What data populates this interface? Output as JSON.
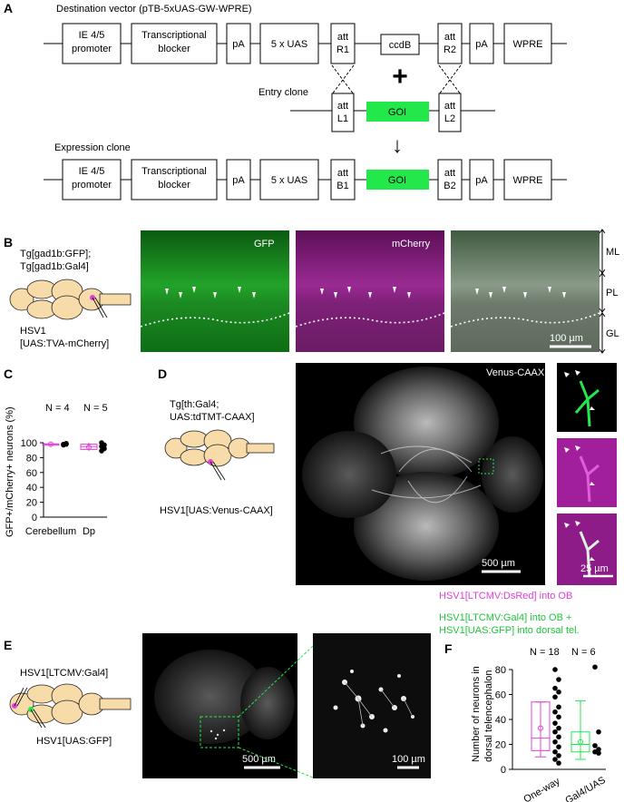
{
  "panelA": {
    "letter": "A",
    "dest_title": "Destination vector (pTB-5xUAS-GW-WPRE)",
    "entry_title": "Entry clone",
    "expr_title": "Expression clone",
    "plus": "+",
    "arrow": "↓",
    "boxes": {
      "ie1": "IE 4/5",
      "ie2": "promoter",
      "tb1": "Transcriptional",
      "tb2": "blocker",
      "pa": "pA",
      "uas": "5 x UAS",
      "att": "att",
      "r1": "R1",
      "r2": "R2",
      "ccdb": "ccdB",
      "wpre": "WPRE",
      "l1": "L1",
      "l2": "L2",
      "goi": "GOI",
      "b1": "B1",
      "b2": "B2"
    }
  },
  "panelB": {
    "letter": "B",
    "tg1": "Tg[gad1b:GFP];",
    "tg2": "Tg[gad1b:Gal4]",
    "hsv1": "HSV1",
    "hsv2": "[UAS:TVA-mCherry]",
    "img_gfp": "GFP",
    "img_mcherry": "mCherry",
    "ml": "ML",
    "pl": "PL",
    "gl": "GL",
    "scale": "100 µm"
  },
  "panelC": {
    "letter": "C",
    "ylabel": "GFP+/mCherry+ neurons (%)",
    "n1": "N = 4",
    "n2": "N = 5",
    "yticks": [
      "0",
      "20",
      "40",
      "60",
      "80",
      "100"
    ]
  },
  "panelD": {
    "letter": "D",
    "tg1": "Tg[th:Gal4;",
    "tg2": "UAS:tdTMT-CAAX]",
    "hsv": "HSV1[UAS:Venus-CAAX]",
    "img_label": "Venus-CAAX",
    "scale_main": "500 µm",
    "scale_inset": "25 µm"
  },
  "panelE": {
    "letter": "E",
    "hsv_gal4": "HSV1[LTCMV:Gal4]",
    "hsv_gfp": "HSV1[UAS:GFP]",
    "scale_main": "500 µm",
    "scale_inset": "100 µm"
  },
  "panelF": {
    "letter": "F",
    "legend1": "HSV1[LTCMV:DsRed] into OB",
    "legend2a": "HSV1[LTCMV:Gal4] into OB  +",
    "legend2b": "HSV1[UAS:GFP] into dorsal tel.",
    "ylabel1": "Number of neurons in",
    "ylabel2": "dorsal telencephalon",
    "n1": "N = 18",
    "n2": "N = 6",
    "yticks": [
      "0",
      "20",
      "40",
      "60",
      "80"
    ],
    "colors": {
      "oneway": "#e040d8",
      "gal4uas": "#22e84b"
    }
  },
  "chart_data": [
    {
      "type": "scatter",
      "panel": "C",
      "ylabel": "GFP+/mCherry+ neurons (%)",
      "categories": [
        "Cerebellum",
        "Dp"
      ],
      "ylim": [
        0,
        100
      ],
      "series": [
        {
          "category": "Cerebellum",
          "N": 4,
          "values": [
            97,
            98,
            98,
            99
          ],
          "box": {
            "min": 97,
            "q1": 97.5,
            "median": 98,
            "q3": 98.5,
            "max": 99,
            "mean": 98
          }
        },
        {
          "category": "Dp",
          "N": 5,
          "values": [
            89,
            92,
            95,
            97,
            100
          ],
          "box": {
            "min": 89,
            "q1": 91,
            "median": 95,
            "q3": 98,
            "max": 100,
            "mean": 94
          }
        }
      ]
    },
    {
      "type": "scatter",
      "panel": "F",
      "ylabel": "Number of neurons in dorsal telencephalon",
      "categories": [
        "One-way",
        "Gal4/UAS"
      ],
      "ylim": [
        0,
        80
      ],
      "series": [
        {
          "category": "One-way",
          "N": 18,
          "values": [
            80,
            72,
            65,
            62,
            58,
            50,
            46,
            42,
            37,
            33,
            30,
            26,
            22,
            18,
            14,
            11,
            8,
            5
          ],
          "box": {
            "min": 10,
            "q1": 15,
            "median": 25,
            "q3": 54,
            "max": 54,
            "mean": 33
          }
        },
        {
          "category": "Gal4/UAS",
          "N": 6,
          "values": [
            82,
            30,
            19,
            16,
            14,
            13
          ],
          "box": {
            "min": 8,
            "q1": 14,
            "median": 20,
            "q3": 30,
            "max": 55,
            "mean": 22
          }
        }
      ]
    }
  ]
}
